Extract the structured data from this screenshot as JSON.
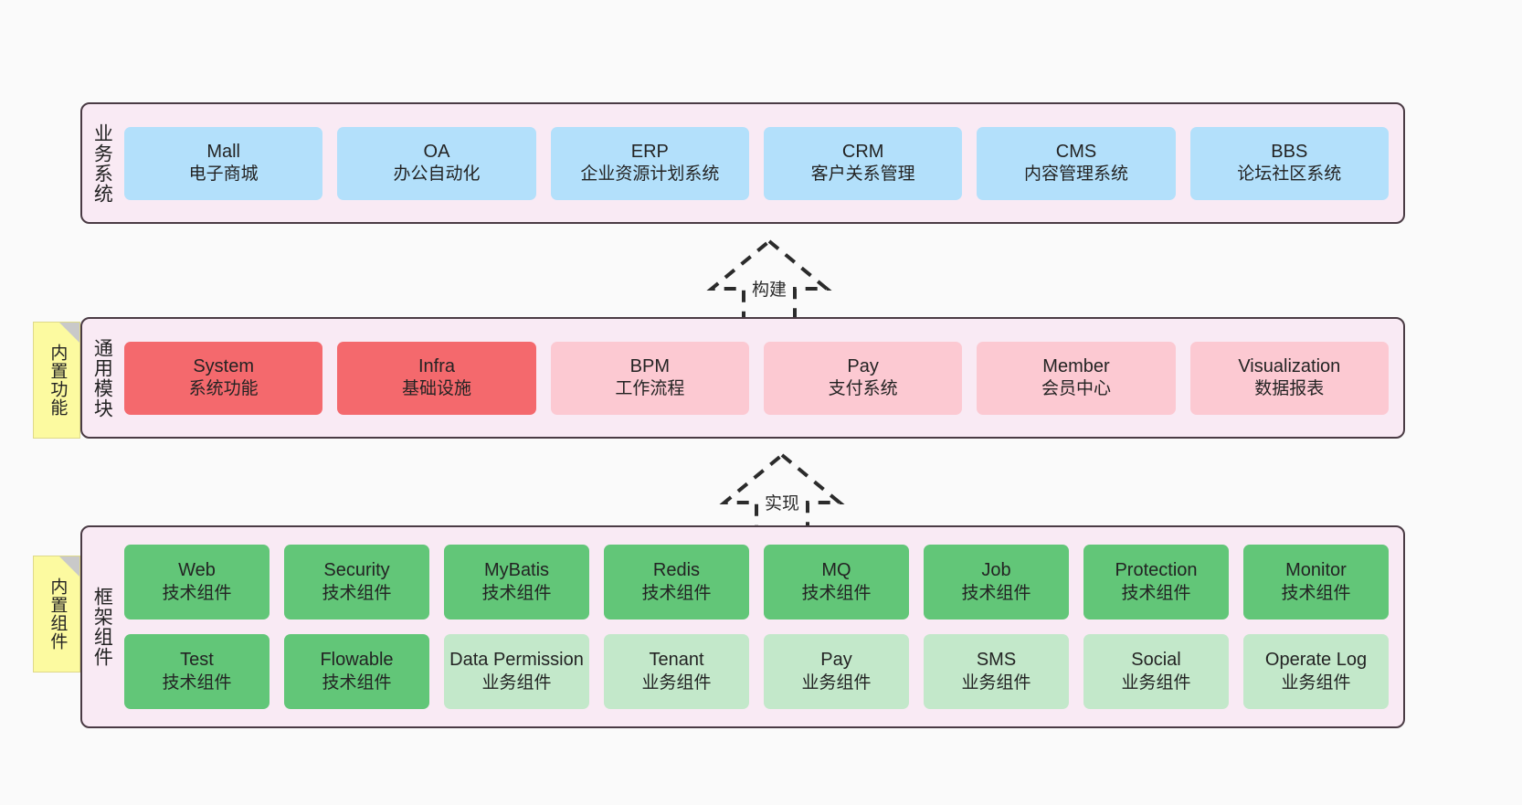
{
  "diagram": {
    "bands": [
      {
        "id": "business",
        "label": "业务系统",
        "rows": [
          {
            "cards": [
              {
                "title": "Mall",
                "sub": "电子商城"
              },
              {
                "title": "OA",
                "sub": "办公自动化"
              },
              {
                "title": "ERP",
                "sub": "企业资源计划系统"
              },
              {
                "title": "CRM",
                "sub": "客户关系管理"
              },
              {
                "title": "CMS",
                "sub": "内容管理系统"
              },
              {
                "title": "BBS",
                "sub": "论坛社区系统"
              }
            ]
          }
        ]
      },
      {
        "id": "modules",
        "label": "通用模块",
        "rows": [
          {
            "cards": [
              {
                "title": "System",
                "sub": "系统功能"
              },
              {
                "title": "Infra",
                "sub": "基础设施"
              },
              {
                "title": "BPM",
                "sub": "工作流程"
              },
              {
                "title": "Pay",
                "sub": "支付系统"
              },
              {
                "title": "Member",
                "sub": "会员中心"
              },
              {
                "title": "Visualization",
                "sub": "数据报表"
              }
            ]
          }
        ]
      },
      {
        "id": "framework",
        "label": "框架组件",
        "rows": [
          {
            "cards": [
              {
                "title": "Web",
                "sub": "技术组件"
              },
              {
                "title": "Security",
                "sub": "技术组件"
              },
              {
                "title": "MyBatis",
                "sub": "技术组件"
              },
              {
                "title": "Redis",
                "sub": "技术组件"
              },
              {
                "title": "MQ",
                "sub": "技术组件"
              },
              {
                "title": "Job",
                "sub": "技术组件"
              },
              {
                "title": "Protection",
                "sub": "技术组件"
              },
              {
                "title": "Monitor",
                "sub": "技术组件"
              }
            ]
          },
          {
            "cards": [
              {
                "title": "Test",
                "sub": "技术组件"
              },
              {
                "title": "Flowable",
                "sub": "技术组件"
              },
              {
                "title": "Data Permission",
                "sub": "业务组件"
              },
              {
                "title": "Tenant",
                "sub": "业务组件"
              },
              {
                "title": "Pay",
                "sub": "业务组件"
              },
              {
                "title": "SMS",
                "sub": "业务组件"
              },
              {
                "title": "Social",
                "sub": "业务组件"
              },
              {
                "title": "Operate Log",
                "sub": "业务组件"
              }
            ]
          }
        ]
      }
    ],
    "sticky_notes": [
      {
        "id": "modules",
        "label": "内置功能"
      },
      {
        "id": "framework",
        "label": "内置组件"
      }
    ],
    "arrows": [
      {
        "id": "build",
        "label": "构建"
      },
      {
        "id": "realize",
        "label": "实现"
      }
    ],
    "colors": {
      "background": "#fafafa",
      "band_fill": "#f9eaf4",
      "band_border": "#4a3b44",
      "business_card": "#b3e0fb",
      "module_primary": "#f4696d",
      "module_secondary": "#fcc9d2",
      "component_tech": "#62c678",
      "component_business": "#c3e8ca",
      "sticky": "#fcfaa0",
      "sticky_fold": "#c9c9c9",
      "arrow_stroke": "#2b2b2b"
    }
  }
}
